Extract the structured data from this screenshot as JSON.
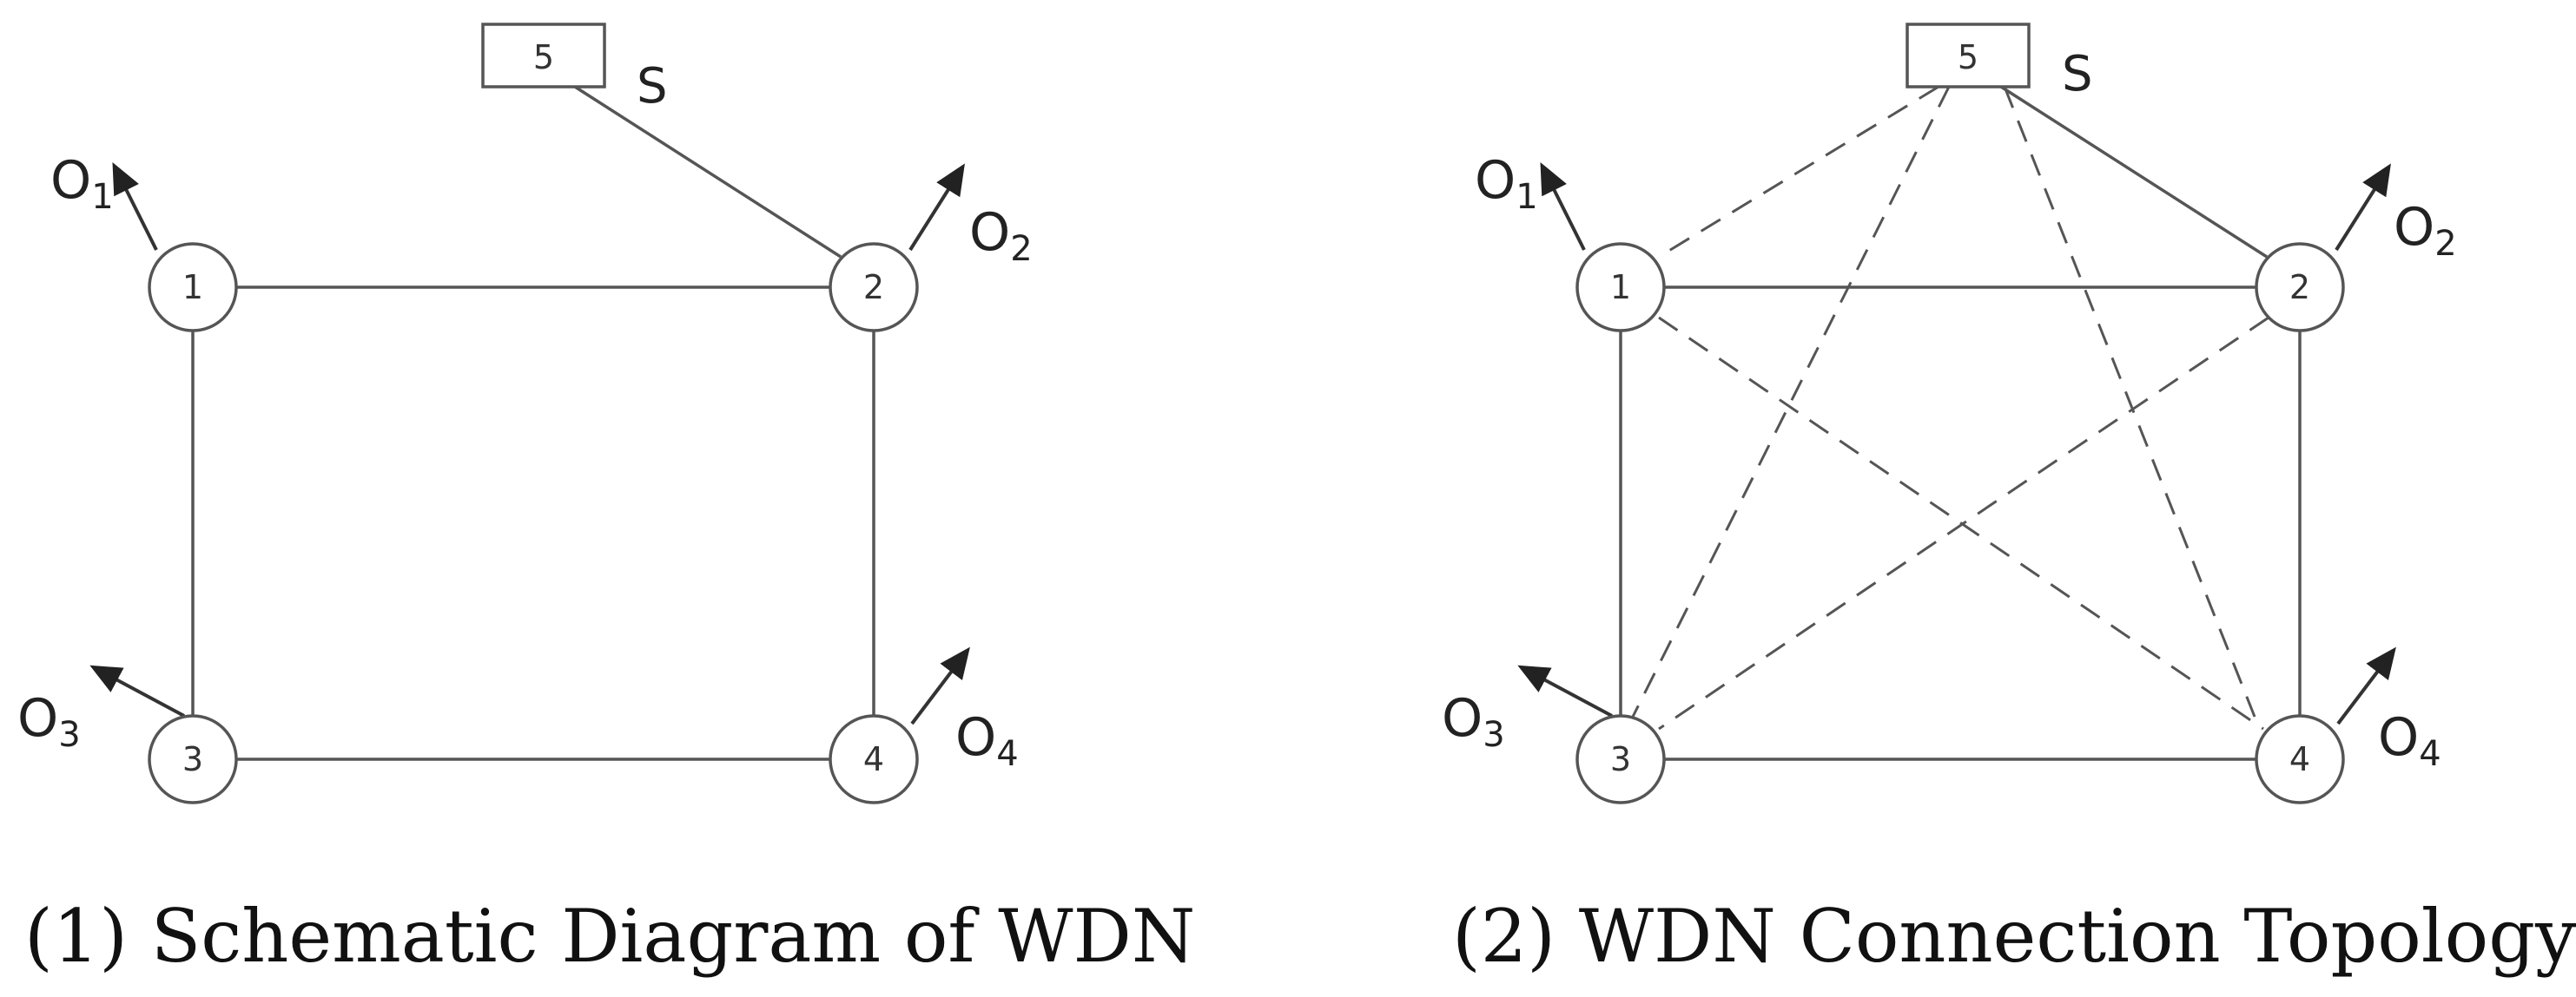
{
  "panels": [
    {
      "caption": "(1) Schematic Diagram of WDN",
      "source": {
        "id": "5",
        "label": "S"
      },
      "nodes": [
        "1",
        "2",
        "3",
        "4"
      ],
      "outflows": [
        {
          "main": "O",
          "sub": "1"
        },
        {
          "main": "O",
          "sub": "2"
        },
        {
          "main": "O",
          "sub": "3"
        },
        {
          "main": "O",
          "sub": "4"
        }
      ],
      "pipes_solid": [
        [
          "1",
          "2"
        ],
        [
          "1",
          "3"
        ],
        [
          "2",
          "4"
        ],
        [
          "3",
          "4"
        ],
        [
          "5",
          "2"
        ]
      ],
      "pipes_dashed": []
    },
    {
      "caption": "(2) WDN Connection Topology",
      "source": {
        "id": "5",
        "label": "S"
      },
      "nodes": [
        "1",
        "2",
        "3",
        "4"
      ],
      "outflows": [
        {
          "main": "O",
          "sub": "1"
        },
        {
          "main": "O",
          "sub": "2"
        },
        {
          "main": "O",
          "sub": "3"
        },
        {
          "main": "O",
          "sub": "4"
        }
      ],
      "pipes_solid": [
        [
          "1",
          "2"
        ],
        [
          "1",
          "3"
        ],
        [
          "2",
          "4"
        ],
        [
          "3",
          "4"
        ],
        [
          "5",
          "2"
        ]
      ],
      "pipes_dashed": [
        [
          "5",
          "1"
        ],
        [
          "5",
          "3"
        ],
        [
          "5",
          "4"
        ],
        [
          "1",
          "4"
        ],
        [
          "2",
          "3"
        ]
      ]
    }
  ]
}
